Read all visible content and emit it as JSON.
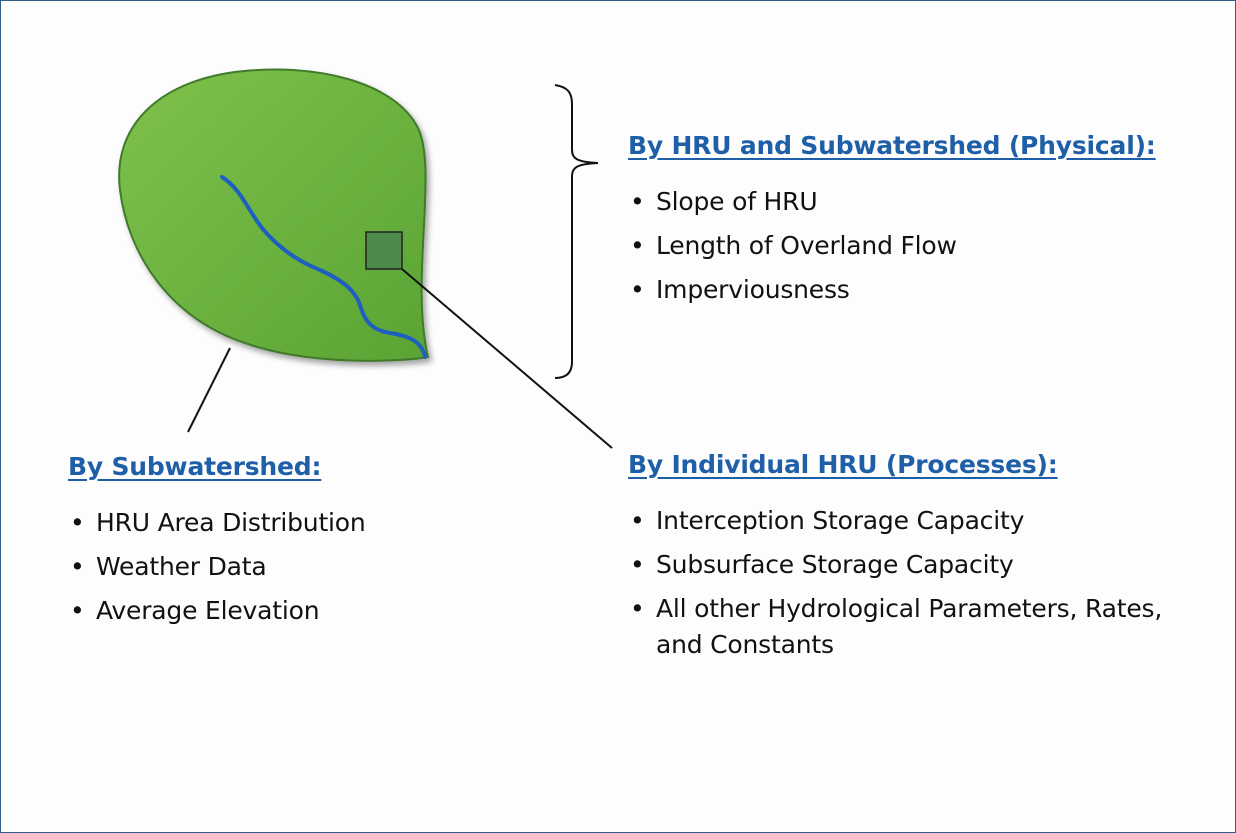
{
  "physical": {
    "heading": "By HRU and Subwatershed (Physical):",
    "items": [
      "Slope of HRU",
      "Length of Overland Flow",
      "Imperviousness"
    ]
  },
  "subwatershed": {
    "heading": "By Subwatershed:",
    "items": [
      "HRU Area Distribution",
      "Weather Data",
      "Average Elevation"
    ]
  },
  "hru": {
    "heading": "By Individual HRU (Processes):",
    "items": [
      "Interception Storage Capacity",
      "Subsurface Storage Capacity",
      "All other Hydrological Parameters, Rates, and Constants"
    ]
  },
  "colors": {
    "watershed": "#6db33f",
    "stream": "#1f5fbf",
    "heading": "#1f5fa8",
    "hru_box": "#4e8a4a"
  }
}
